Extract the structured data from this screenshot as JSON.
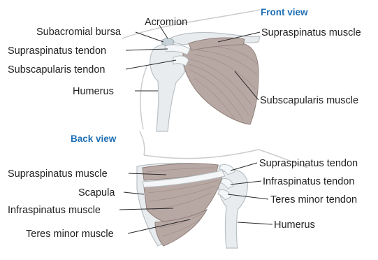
{
  "views": {
    "front": "Front view",
    "back": "Back view"
  },
  "labels": {
    "front": {
      "acromion": "Acromion",
      "subacromial_bursa": "Subacromial bursa",
      "supraspinatus_tendon": "Supraspinatus tendon",
      "subscapularis_tendon": "Subscapularis tendon",
      "humerus": "Humerus",
      "supraspinatus_muscle": "Supraspinatus muscle",
      "subscapularis_muscle": "Subscapularis muscle"
    },
    "back": {
      "supraspinatus_muscle": "Supraspinatus muscle",
      "scapula": "Scapula",
      "infraspinatus_muscle": "Infraspinatus muscle",
      "teres_minor_muscle": "Teres minor muscle",
      "supraspinatus_tendon": "Supraspinatus tendon",
      "infraspinatus_tendon": "Infraspinatus tendon",
      "teres_minor_tendon": "Teres minor tendon",
      "humerus": "Humerus"
    }
  },
  "colors": {
    "view_title": "#1f6fb5",
    "muscle": "#b8a8a3",
    "bone": "#e9ecee"
  }
}
